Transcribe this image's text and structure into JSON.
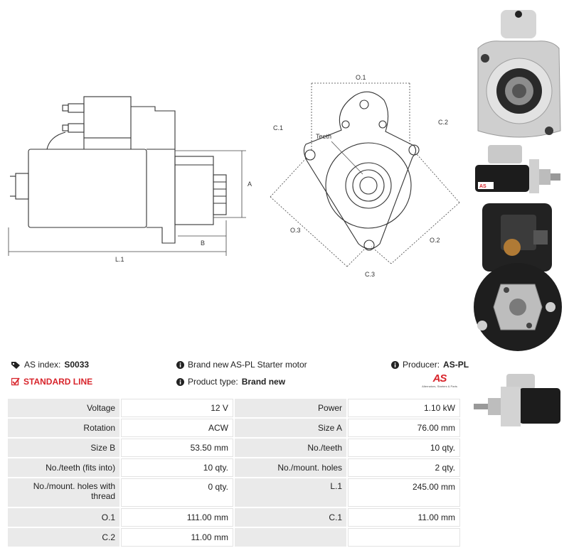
{
  "diagram": {
    "side_labels": {
      "length": "L.1",
      "size_a": "A",
      "size_b": "B"
    },
    "front_labels": {
      "o1": "O.1",
      "o2": "O.2",
      "o3": "O.3",
      "c1": "C.1",
      "c2": "C.2",
      "c3": "C.3",
      "teeth": "Teeth"
    }
  },
  "info": {
    "as_index_label": "AS index:",
    "as_index_value": "S0033",
    "description": "Brand new AS-PL Starter motor",
    "producer_label": "Producer:",
    "producer_value": "AS-PL",
    "line": "STANDARD LINE",
    "product_type_label": "Product type:",
    "product_type_value": "Brand new",
    "logo_text": "AS",
    "logo_tagline": "Alternators, Starters & Parts"
  },
  "specs": [
    [
      {
        "label": "Voltage",
        "value": "12 V"
      },
      {
        "label": "Power",
        "value": "1.10 kW"
      }
    ],
    [
      {
        "label": "Rotation",
        "value": "ACW"
      },
      {
        "label": "Size A",
        "value": "76.00 mm"
      }
    ],
    [
      {
        "label": "Size B",
        "value": "53.50 mm"
      },
      {
        "label": "No./teeth",
        "value": "10 qty."
      }
    ],
    [
      {
        "label": "No./teeth (fits into)",
        "value": "10 qty."
      },
      {
        "label": "No./mount. holes",
        "value": "2 qty."
      }
    ],
    [
      {
        "label": "No./mount. holes with thread",
        "value": "0 qty."
      },
      {
        "label": "L.1",
        "value": "245.00 mm"
      }
    ],
    [
      {
        "label": "O.1",
        "value": "111.00 mm"
      },
      {
        "label": "C.1",
        "value": "11.00 mm"
      }
    ],
    [
      {
        "label": "C.2",
        "value": "11.00 mm"
      },
      {
        "label": "",
        "value": ""
      }
    ]
  ],
  "colors": {
    "accent_red": "#d8242b",
    "label_bg": "#eaeaea",
    "motor_black": "#1c1c1c",
    "metal": "#c9c9c9"
  }
}
